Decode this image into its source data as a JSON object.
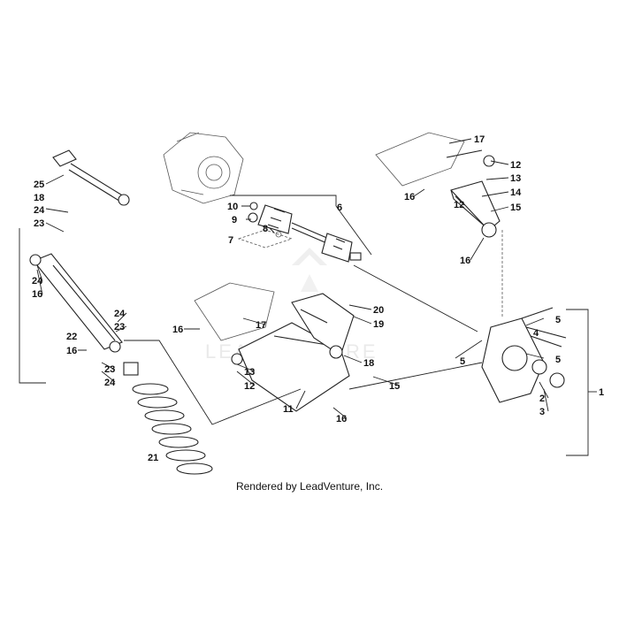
{
  "diagram": {
    "callouts": [
      "1",
      "2",
      "3",
      "4",
      "5",
      "5",
      "5",
      "6",
      "7",
      "8",
      "9",
      "10",
      "11",
      "12",
      "12",
      "12",
      "13",
      "13",
      "14",
      "15",
      "15",
      "16",
      "16",
      "16",
      "16",
      "16",
      "16",
      "17",
      "17",
      "18",
      "18",
      "19",
      "20",
      "21",
      "22",
      "23",
      "23",
      "23",
      "24",
      "24",
      "24",
      "24",
      "25"
    ]
  },
  "watermark": {
    "text": "LEADVENTURE"
  },
  "footer": {
    "text": "Rendered by LeadVenture, Inc."
  }
}
